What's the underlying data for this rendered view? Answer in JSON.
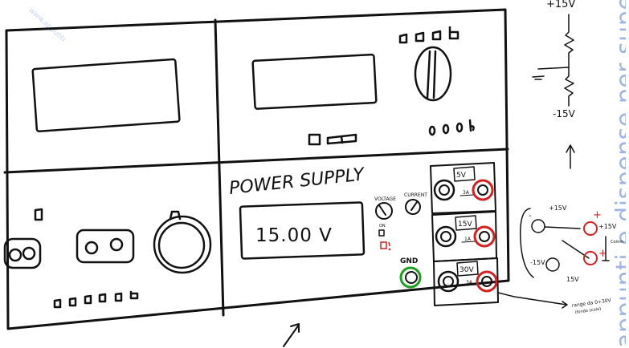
{
  "panel": {
    "title": "POWER SUPPLY",
    "display_value": "15.00 V",
    "knob_voltage_label": "VOLTAGE",
    "knob_current_label": "CURRENT",
    "switch_label": "ON",
    "gnd_label": "GND"
  },
  "outputs": [
    {
      "voltage": "5V",
      "current": "3A"
    },
    {
      "voltage": "15V",
      "current": "1A"
    },
    {
      "voltage": "30V",
      "current": "3A"
    }
  ],
  "schematic": {
    "top_label": "+15V",
    "bottom_label": "-15V",
    "pos_label": "+15V",
    "neg_label": "-15V",
    "pos_out_label": "+15V",
    "neg_out_label": "15V",
    "common_label": "Comm",
    "range_note_line1": "range da 0÷30V",
    "range_note_line2": "(fondo scala)"
  },
  "watermark": {
    "text": "appunti e dispense per superare",
    "small": "www.appunti"
  },
  "colors": {
    "ink": "#111111",
    "positive_terminal": "#d42020",
    "ground_terminal": "#19a01c",
    "watermark": "#9fb4e6"
  }
}
